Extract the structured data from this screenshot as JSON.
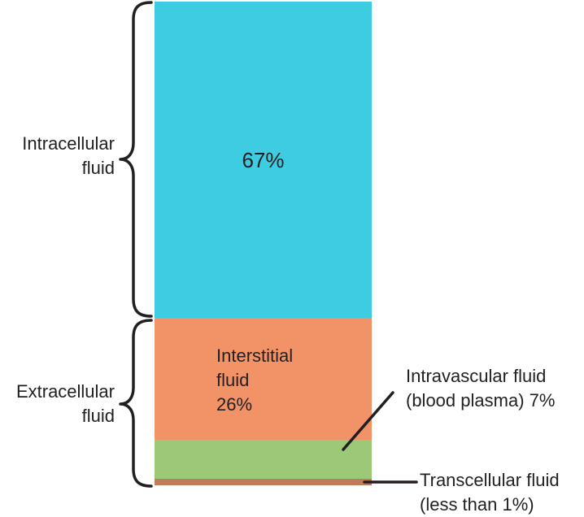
{
  "chart_data": {
    "type": "bar",
    "subtype": "stacked-vertical",
    "unit": "%",
    "ylim": [
      0,
      100
    ],
    "grid": false,
    "legend": "none",
    "segments": [
      {
        "name": "Intracellular fluid",
        "value": 67,
        "label": "67%",
        "color": "#3DCCE2"
      },
      {
        "name": "Interstitial fluid",
        "value": 26,
        "label_lines": [
          "Interstitial",
          "fluid",
          "26%"
        ],
        "color": "#F29267"
      },
      {
        "name": "Intravascular fluid (blood plasma)",
        "value": 7,
        "annotation_lines": [
          "Intravascular fluid",
          "(blood plasma) 7%"
        ],
        "color": "#9CC878"
      },
      {
        "name": "Transcellular fluid",
        "value": "less than 1",
        "annotation_lines": [
          "Transcellular fluid",
          "(less than 1%)"
        ],
        "color": "#C07A5C"
      }
    ],
    "groups": [
      {
        "name": "Intracellular fluid",
        "label_lines": [
          "Intracellular",
          "fluid"
        ],
        "covers": [
          "Intracellular fluid"
        ]
      },
      {
        "name": "Extracellular fluid",
        "label_lines": [
          "Extracellular",
          "fluid"
        ],
        "covers": [
          "Interstitial fluid",
          "Intravascular fluid (blood plasma)",
          "Transcellular fluid"
        ]
      }
    ],
    "ink_color": "#231F20",
    "background_color": "#FFFFFF"
  }
}
